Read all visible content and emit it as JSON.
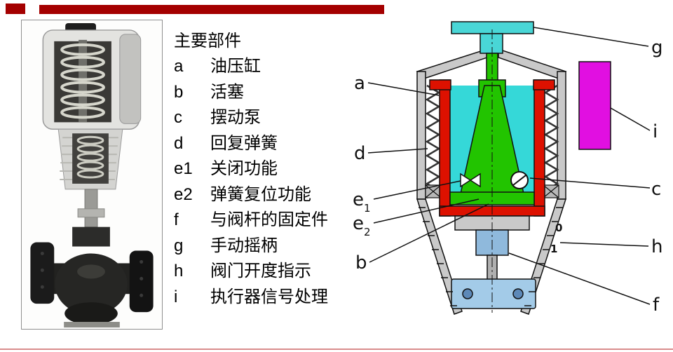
{
  "slide": {
    "accent_color": "#a40000",
    "footer_line_color": "#d98c8c"
  },
  "parts_list": {
    "title": "主要部件",
    "items": [
      {
        "key": "a",
        "label": "油压缸"
      },
      {
        "key": "b",
        "label": "活塞"
      },
      {
        "key": "c",
        "label": "摆动泵"
      },
      {
        "key": "d",
        "label": "回复弹簧"
      },
      {
        "key": "e1",
        "label": "关闭功能"
      },
      {
        "key": "e2",
        "label": "弹簧复位功能"
      },
      {
        "key": "f",
        "label": "与阀杆的固定件"
      },
      {
        "key": "g",
        "label": "手动摇柄"
      },
      {
        "key": "h",
        "label": "阀门开度指示"
      },
      {
        "key": "i",
        "label": "执行器信号处理"
      }
    ]
  },
  "diagram": {
    "callouts_left": [
      {
        "label": "a"
      },
      {
        "label": "d"
      },
      {
        "label": "e",
        "sub": "1"
      },
      {
        "label": "e",
        "sub": "2"
      },
      {
        "label": "b"
      }
    ],
    "callouts_right": [
      {
        "label": "g"
      },
      {
        "label": "i"
      },
      {
        "label": "c"
      },
      {
        "label": "h"
      },
      {
        "label": "f"
      }
    ],
    "scale_marks": [
      "0",
      "1"
    ],
    "colors": {
      "housing": "#c9c9c9",
      "cylinder_red": "#dd1100",
      "fluid_cyan": "#35d8d8",
      "piston_green": "#22c400",
      "signal_magenta": "#e10fe1",
      "handle_cyan": "#49d6d6",
      "fixture_blue": "#8fb9dc",
      "bracket_blue": "#a3cbe8"
    }
  }
}
